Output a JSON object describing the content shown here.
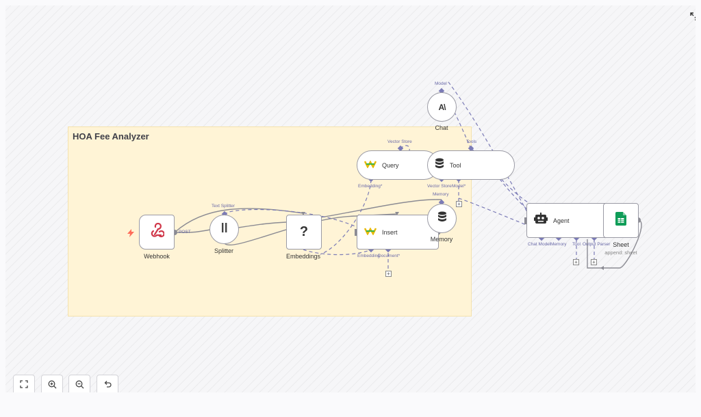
{
  "sticky_note": {
    "title": "HOA Fee Analyzer"
  },
  "nodes": {
    "webhook": {
      "label": "Webhook",
      "port": "POST"
    },
    "splitter": {
      "label": "Splitter",
      "port_top": "Text Splitter"
    },
    "embeddings": {
      "label": "Embeddings"
    },
    "insert": {
      "label": "Insert",
      "port_embedding": "Embedding",
      "port_document": "Document*"
    },
    "query": {
      "label": "Query",
      "port_vector_store": "Vector Store",
      "port_embedding": "Embedding*"
    },
    "tool": {
      "label": "Tool",
      "port_tools": "Tools",
      "port_vector_store": "Vector Store",
      "port_model": "Model*"
    },
    "chat": {
      "label": "Chat",
      "port_model": "Model"
    },
    "memory": {
      "label": "Memory",
      "port_memory": "Memory"
    },
    "agent": {
      "label": "Agent",
      "port_chat_model": "Chat Model",
      "port_memory": "Memory",
      "port_tool": "Tool",
      "port_output_parser": "Output Parser"
    },
    "sheet": {
      "label": "Sheet",
      "subtitle": "append: sheet"
    }
  },
  "icons": {
    "webhook": "webhook-icon",
    "splitter": "text-splitter-icon",
    "embeddings": "question-mark-icon",
    "insert": "vector-store-icon",
    "query": "vector-store-icon",
    "tool": "database-icon",
    "chat": "anthropic-icon",
    "memory": "database-icon",
    "agent": "robot-icon",
    "sheet": "google-sheets-icon",
    "trigger": "lightning-icon"
  },
  "controls": {
    "fit_view": "fit-view-icon",
    "zoom_in": "zoom-in-icon",
    "zoom_out": "zoom-out-icon",
    "undo": "undo-icon",
    "fullscreen": "fullscreen-icon"
  },
  "colors": {
    "accent_purple": "#7b7bb6",
    "sticky_bg": "#fff4d6",
    "sheets_green": "#0f9d58",
    "webhook_red": "#d0384a",
    "trigger_orange": "#ff6d5a"
  }
}
